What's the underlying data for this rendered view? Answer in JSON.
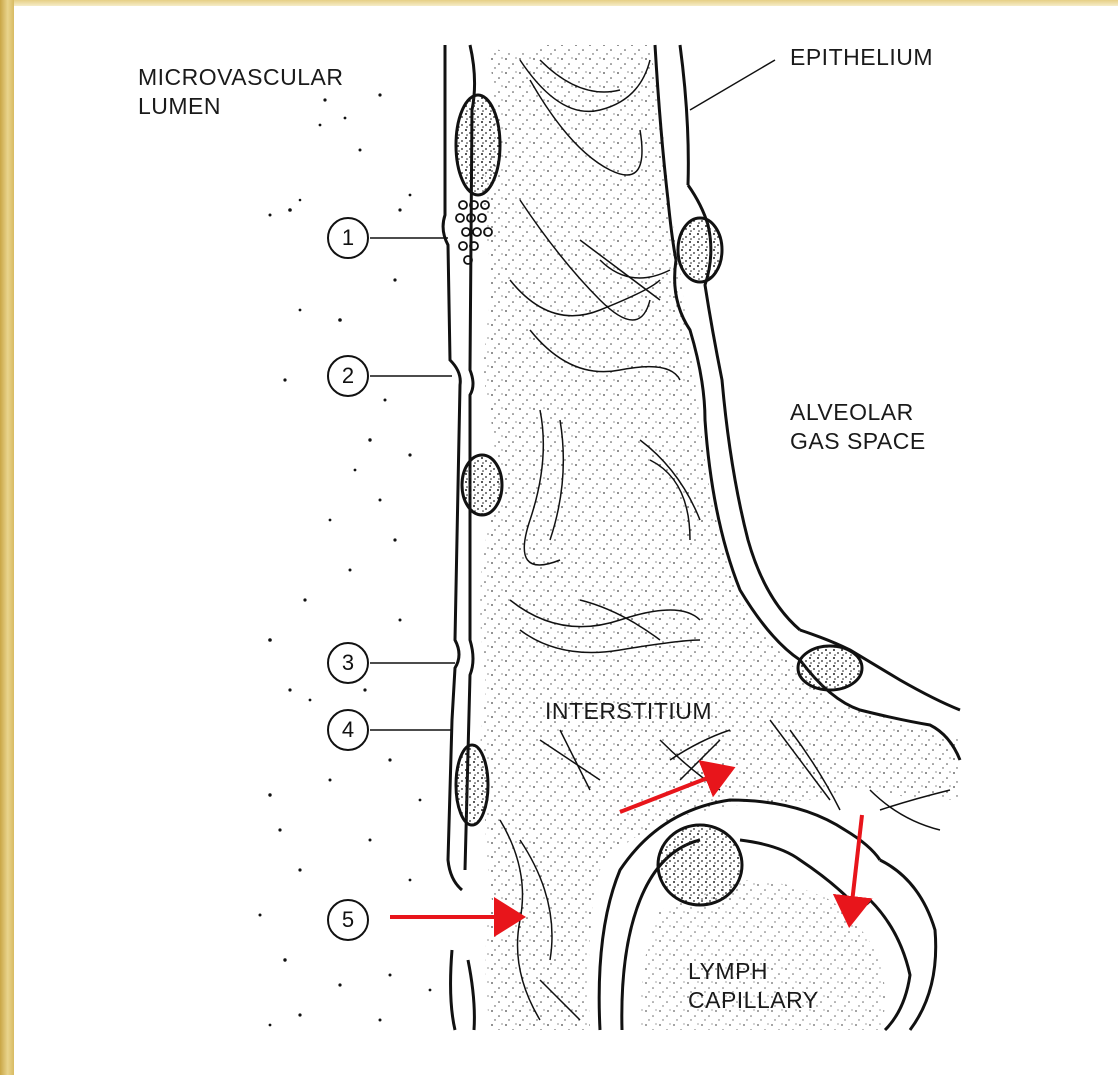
{
  "labels": {
    "microvascular_lumen": [
      "MICROVASCULAR",
      "LUMEN"
    ],
    "epithelium": "EPITHELIUM",
    "alveolar_gas_space": [
      "ALVEOLAR",
      "GAS SPACE"
    ],
    "interstitium": "INTERSTITIUM",
    "lymph_capillary": [
      "LYMPH",
      "CAPILLARY"
    ]
  },
  "markers": [
    "1",
    "2",
    "3",
    "4",
    "5"
  ],
  "colors": {
    "ink": "#111111",
    "arrow": "#e8151b",
    "frame_gold": "#d4b458"
  }
}
